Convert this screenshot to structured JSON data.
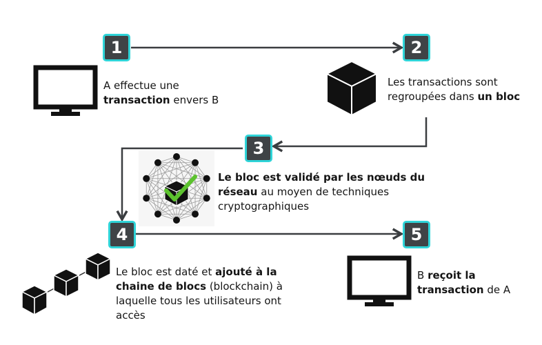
{
  "steps": [
    {
      "number": "1",
      "text_parts": [
        "A effectue une ",
        "transaction",
        " envers B"
      ]
    },
    {
      "number": "2",
      "text_parts": [
        "Les transactions sont regroupées dans ",
        "un bloc"
      ]
    },
    {
      "number": "3",
      "text_parts": [
        "Le bloc est validé par les nœuds du réseau",
        " au moyen de techniques cryptographiques"
      ]
    },
    {
      "number": "4",
      "text_parts": [
        "Le bloc est daté et ",
        "ajouté à la chaine de blocs",
        " (blockchain) à laquelle tous les utilisateurs ont accès"
      ]
    },
    {
      "number": "5",
      "text_parts": [
        "B ",
        "reçoit la transaction",
        " de A"
      ]
    }
  ],
  "icons": {
    "step1": "computer-monitor-icon",
    "step2": "cube-block-icon",
    "step3": "network-validated-block-icon",
    "step4": "blockchain-cubes-icon",
    "step5": "computer-monitor-icon"
  },
  "colors": {
    "badge_fill": "#3f4346",
    "badge_border": "#2fd4d8",
    "arrow": "#3a3d40",
    "check": "#5cc22e"
  }
}
